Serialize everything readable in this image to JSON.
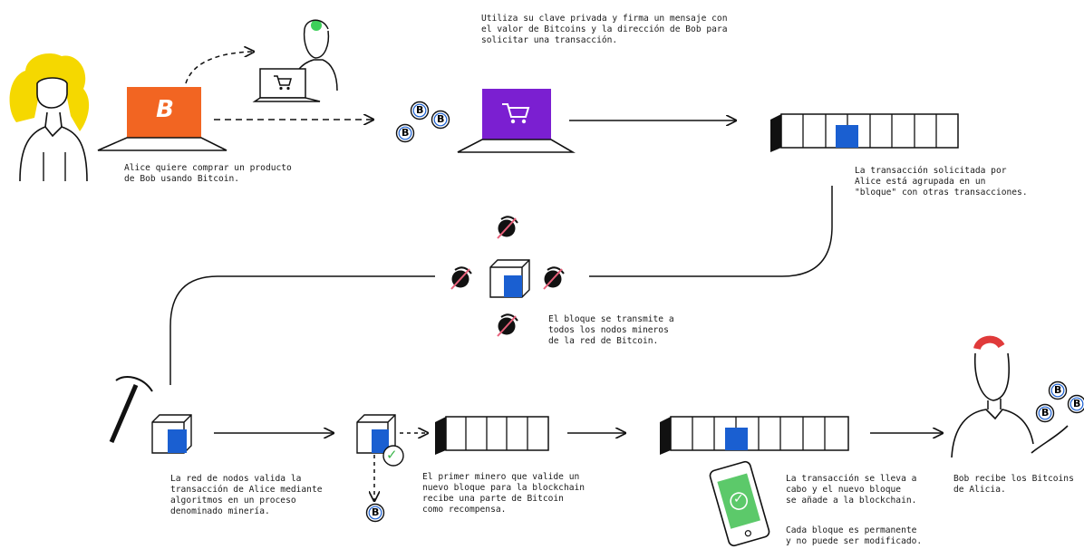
{
  "captions": {
    "alice_wants": "Alice quiere comprar un producto\nde Bob usando Bitcoin.",
    "sign_message": "Utiliza su clave privada y firma un mensaje con\nel valor de Bitcoins y la dirección de Bob para\nsolicitar una transacción.",
    "grouped_block": "La transacción solicitada por\nAlice está agrupada en un\n\"bloque\" con otras transacciones.",
    "broadcast": "El bloque se transmite a\ntodos los nodos mineros\nde la red de Bitcoin.",
    "validation": "La red de nodos valida la\ntransacción de Alice mediante\nalgoritmos en un proceso\ndenominado minería.",
    "first_miner": "El primer minero que valide un\nnuevo bloque para la blockchain\nrecibe una parte de Bitcoin\ncomo recompensa.",
    "completed": "La transacción se lleva a\ncabo y el nuevo bloque\nse añade a la blockchain.",
    "permanent": "Cada bloque es permanente\ny no puede ser modificado.",
    "bob_receives": "Bob recibe los Bitcoins\nde Alicia."
  },
  "symbols": {
    "bitcoin_glyph": "B",
    "check_glyph": "✓"
  },
  "colors": {
    "alice_hair": "#f5d800",
    "bob_hair": "#e03a3a",
    "seller_hair": "#3ecf5a",
    "laptop_orange": "#f26522",
    "laptop_purple": "#7b1fd1",
    "block_blue": "#1a5fd1",
    "check_green": "#3bb54a",
    "phone_green": "#5cc96a",
    "line_dark": "#111111"
  }
}
